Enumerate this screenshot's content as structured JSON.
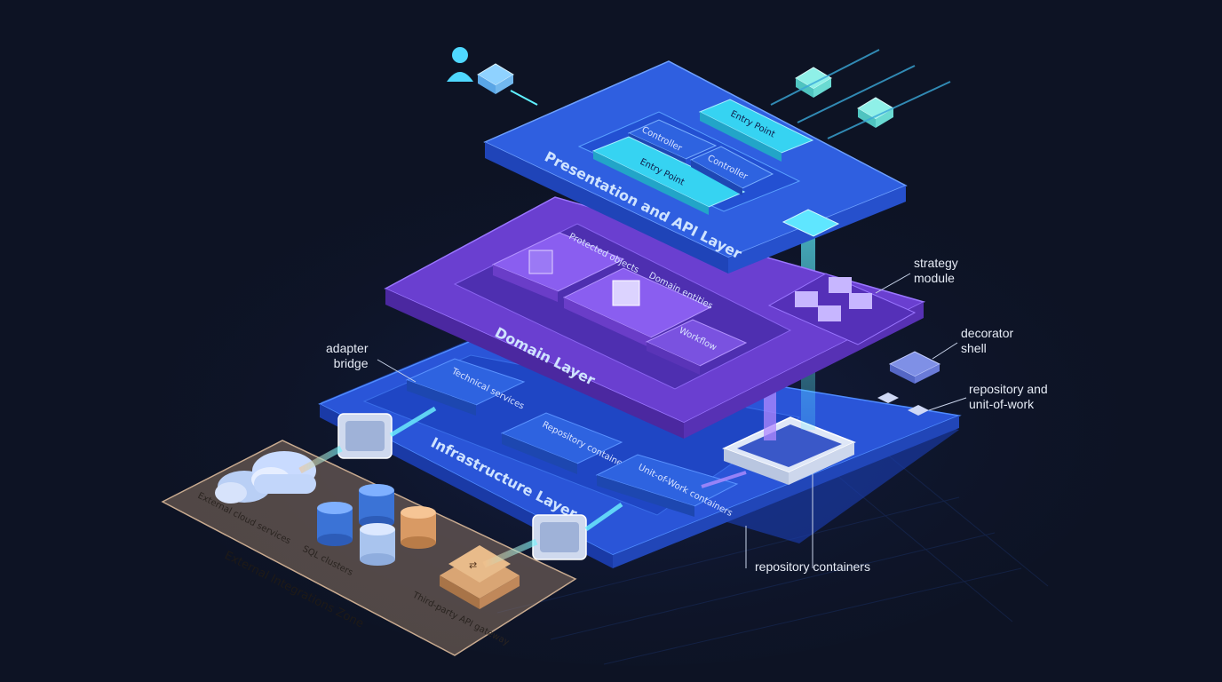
{
  "layers": {
    "presentation": {
      "title": "Presentation and API Layer",
      "entry_point_top": "Entry Point",
      "entry_point_inner": "Entry Point",
      "controller_a": "Controller",
      "controller_b": "Controller"
    },
    "domain": {
      "title": "Domain Layer",
      "value_objects": "Protected objects",
      "domain_entities": "Domain entities",
      "workflow": "Workflow"
    },
    "infrastructure": {
      "title": "Infrastructure Layer",
      "technical_services": "Technical services",
      "repository_container": "Repository container",
      "uow_containers": "Unit-of-Work containers"
    }
  },
  "zone": {
    "title": "External Integrations Zone",
    "cloud": "External cloud services",
    "sql": "SQL clusters",
    "gateway": "Third-party API gateway"
  },
  "callouts": {
    "strategy": "strategy\nmodule",
    "decorator": "decorator\nshell",
    "repository_uow": "repository and\nunit-of-work",
    "adapter": "adapter\nbridge",
    "repo_containers": "repository containers"
  },
  "colors": {
    "background": "#0d1324",
    "presentation": "#2f5fe0",
    "domain": "#6a3fd0",
    "infrastructure": "#2a55d8",
    "accent_cyan": "#38d6ff",
    "zone": "#8a7362"
  }
}
